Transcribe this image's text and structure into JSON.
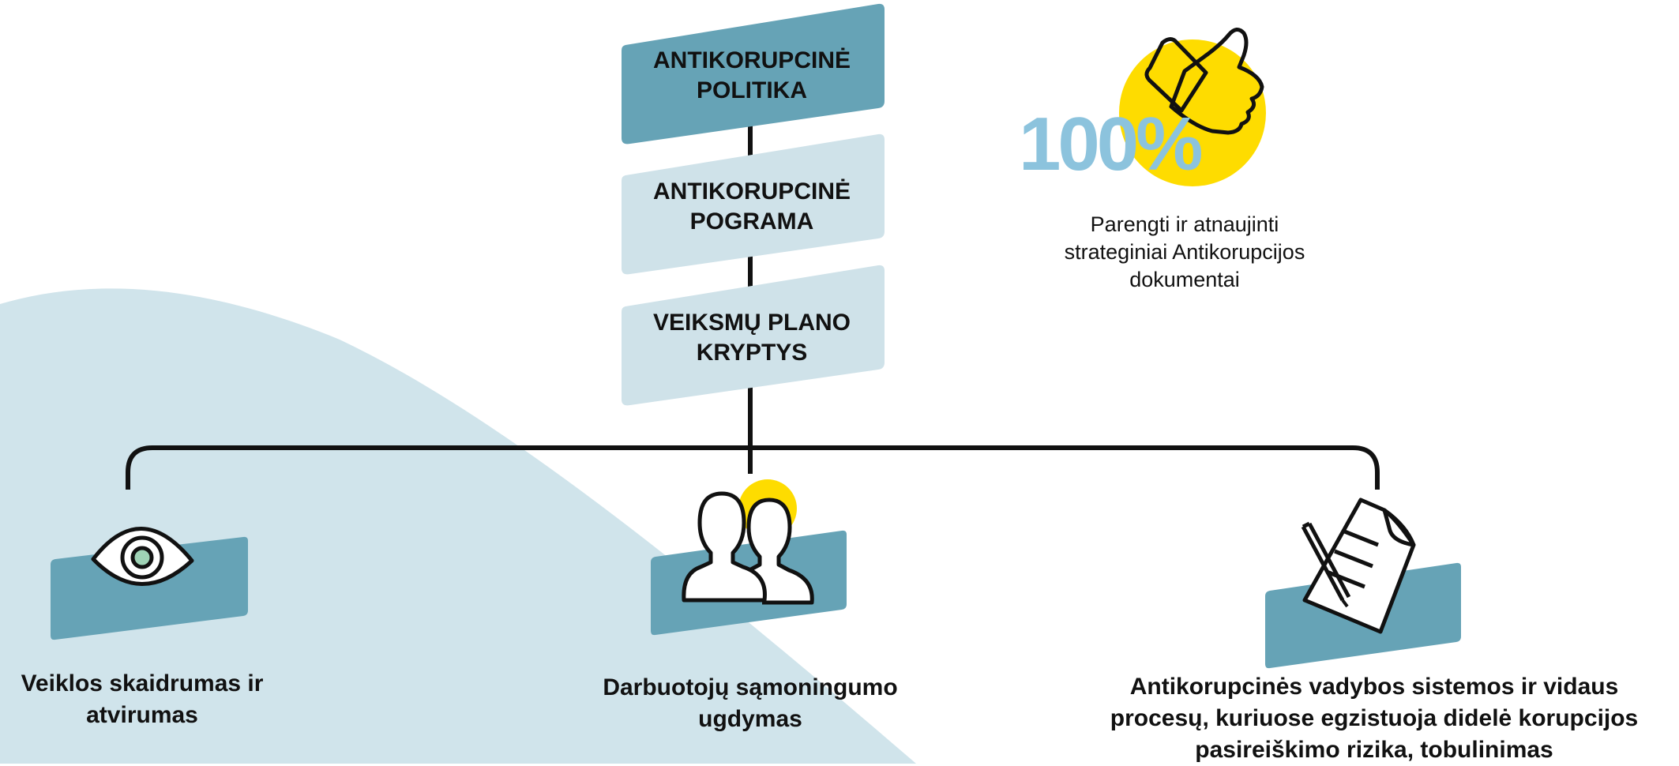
{
  "hierarchy": {
    "levels": [
      "ANTIKORUPCINĖ POLITIKA",
      "ANTIKORUPCINĖ POGRAMA",
      "VEIKSMŲ PLANO KRYPTYS"
    ],
    "level_lines": [
      [
        "ANTIKORUPCINĖ",
        "POLITIKA"
      ],
      [
        "ANTIKORUPCINĖ",
        "POGRAMA"
      ],
      [
        "VEIKSMŲ PLANO",
        "KRYPTYS"
      ]
    ]
  },
  "directions": [
    {
      "icon": "eye-icon",
      "lines": [
        "Veiklos skaidrumas ir",
        "atvirumas"
      ]
    },
    {
      "icon": "people-icon",
      "lines": [
        "Darbuotojų sąmoningumo",
        "ugdymas"
      ]
    },
    {
      "icon": "document-pen-icon",
      "lines": [
        "Antikorupcinės vadybos sistemos ir vidaus",
        "procesų, kuriuose egzistuoja didelė korupcijos",
        "pasireiškimo rizika, tobulinimas"
      ]
    }
  ],
  "stat": {
    "icon": "thumbs-up-icon",
    "value": "100%",
    "caption_lines": [
      "Parengti ir atnaujinti",
      "strateginiai Antikorupcijos",
      "dokumentai"
    ]
  },
  "colors": {
    "dark_teal": "#66a3b6",
    "light_blue": "#cfe2e9",
    "background_shape": "#d0e4eb",
    "accent_yellow": "#fedc00",
    "stat_blue": "#8cc3dd",
    "eye_iris": "#9fd3b6",
    "connector": "#111111"
  }
}
